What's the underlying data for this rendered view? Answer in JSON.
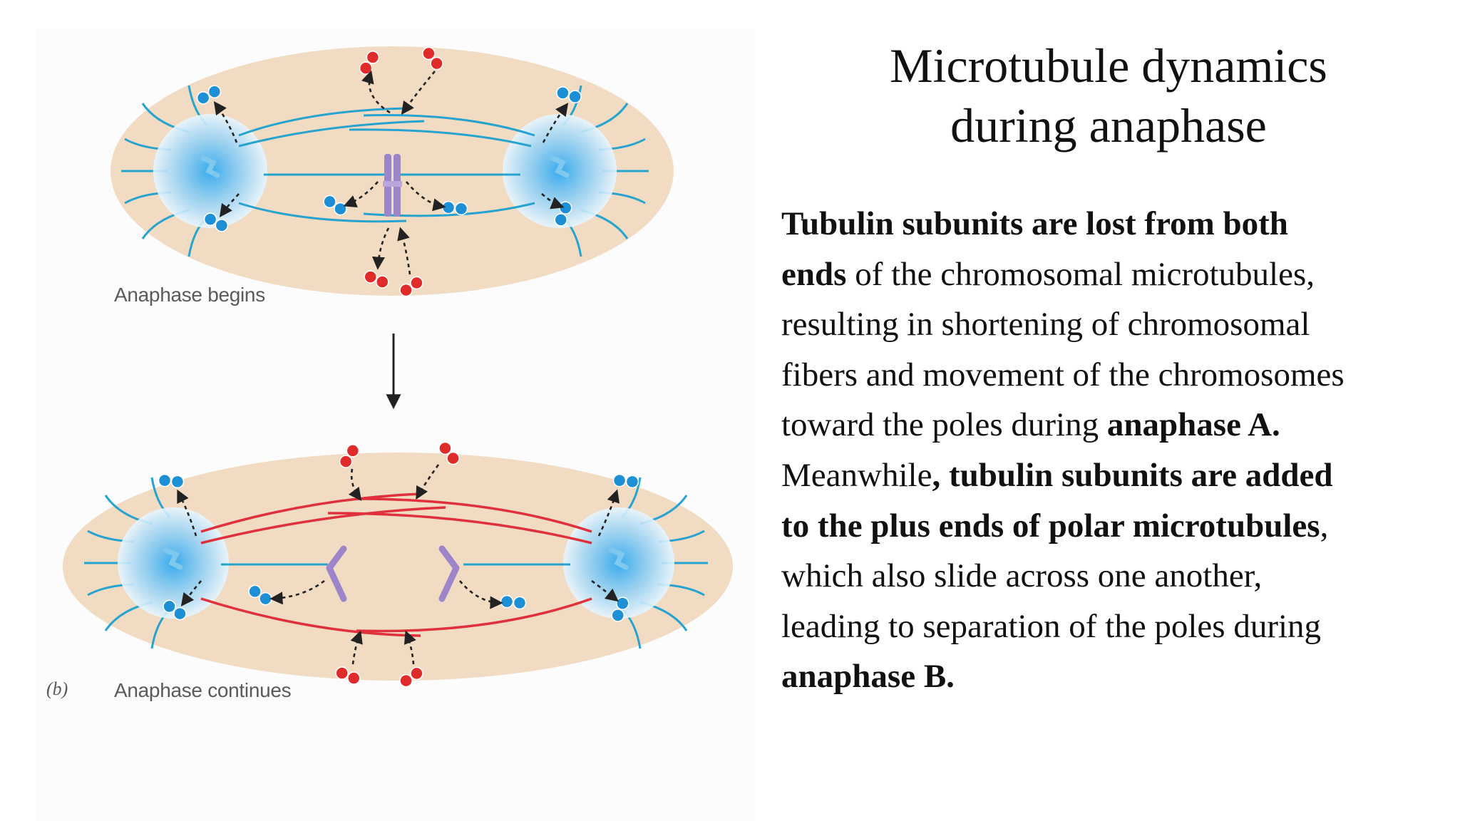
{
  "slide": {
    "title_lines": [
      "Microtubule dynamics",
      "during anaphase"
    ],
    "body_lines": [
      [
        {
          "t": "Tubulin subunits are lost from both",
          "b": true
        }
      ],
      [
        {
          "t": "ends",
          "b": true
        },
        {
          "t": " of the chromosomal microtubules,",
          "b": false
        }
      ],
      [
        {
          "t": "resulting in shortening of chromosomal",
          "b": false
        }
      ],
      [
        {
          "t": "fibers and movement of the chromosomes",
          "b": false
        }
      ],
      [
        {
          "t": "toward the poles during ",
          "b": false
        },
        {
          "t": "anaphase A.",
          "b": true
        }
      ],
      [
        {
          "t": "Meanwhile",
          "b": false
        },
        {
          "t": ", tubulin subunits are added",
          "b": true
        }
      ],
      [
        {
          "t": "to the plus ends of polar microtubules",
          "b": true
        },
        {
          "t": ",",
          "b": false
        }
      ],
      [
        {
          "t": "which also slide across one another,",
          "b": false
        }
      ],
      [
        {
          "t": "leading to separation of the poles during",
          "b": false
        }
      ],
      [
        {
          "t": "anaphase B.",
          "b": true
        }
      ]
    ]
  },
  "figure": {
    "top_caption": "Anaphase begins",
    "bottom_caption": "Anaphase continues",
    "panel_letter": "(b)",
    "colors": {
      "cell": "#f1dcc3",
      "pole_glow": "#4fb8f0",
      "microtubule_blue": "#27a3cf",
      "microtubule_red": "#e0303c",
      "chromosome": "#9c86c9",
      "subunit_blue": "#1d8fd4",
      "subunit_red": "#e02b2b",
      "arrow": "#222222"
    }
  }
}
